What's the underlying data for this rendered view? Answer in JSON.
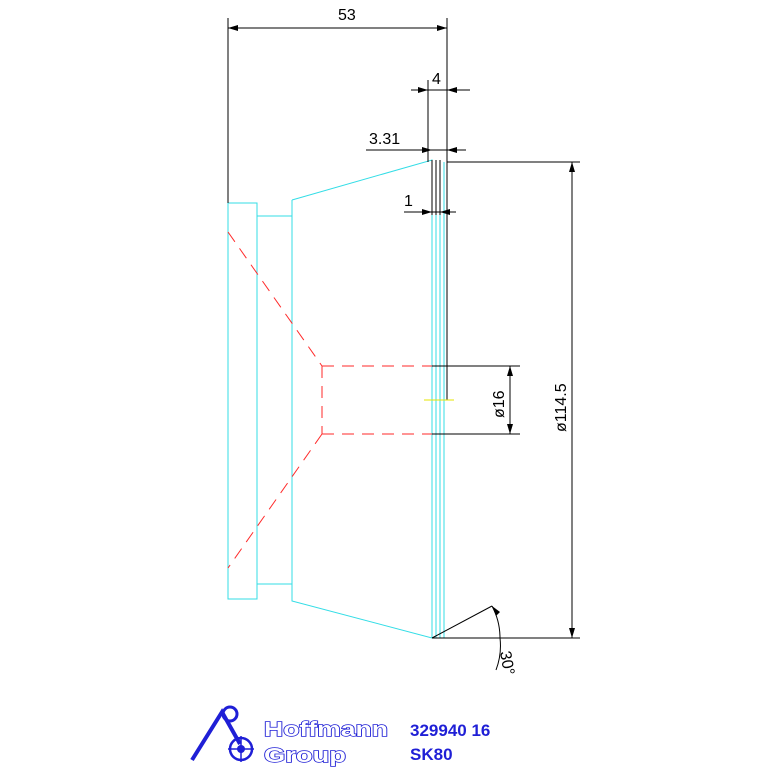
{
  "dimensions": {
    "width_overall": "53",
    "edge_width": "4",
    "edge_offset": "3.31",
    "small_step": "1",
    "bore_diameter": "ø16",
    "outer_diameter": "ø114.5",
    "angle": "30°"
  },
  "title_block": {
    "logo_line1": "Hoffmann",
    "logo_line2": "Group",
    "part_number": "329940 16",
    "designation": "SK80"
  },
  "colors": {
    "outline": "#33dde6",
    "hidden_lines": "#ff2a2a",
    "dimension_lines": "#000000",
    "brand": "#1f1fd6"
  }
}
